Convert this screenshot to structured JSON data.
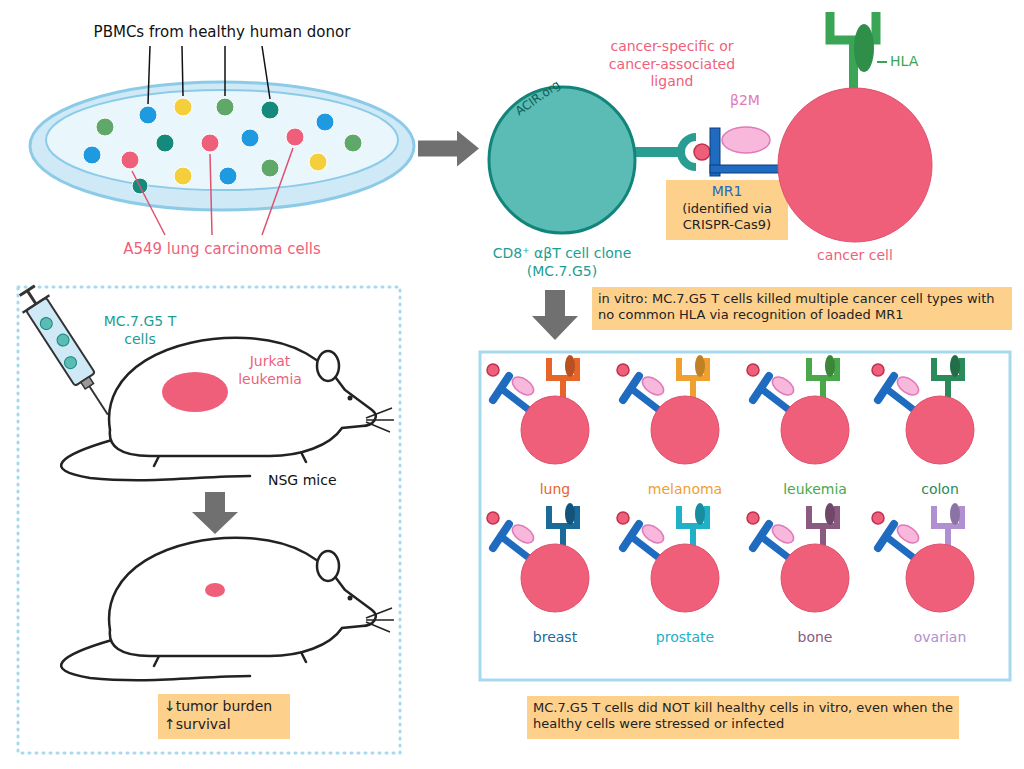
{
  "diagram": {
    "nodes": [
      {
        "text": [
          "PBMCs from healthy human donor",
          "A549 lung carcinoma cells"
        ]
      },
      {
        "text": [
          "ACIR.org",
          "CD8⁺ αβT cell clone (MC.7.G5)"
        ]
      },
      {
        "text": [
          "MR1",
          "(identified via CRISPR-Cas9)"
        ]
      },
      {
        "text": [
          "cancer cell"
        ]
      },
      {
        "text": [
          "in vitro: MC.7.G5 T cells killed multiple cancer cell types with no common HLA via recognition of loaded MR1"
        ]
      },
      {
        "text": [
          "lung"
        ]
      },
      {
        "text": [
          "melanoma"
        ]
      },
      {
        "text": [
          "leukemia"
        ]
      },
      {
        "text": [
          "colon"
        ]
      },
      {
        "text": [
          "breast"
        ]
      },
      {
        "text": [
          "prostate"
        ]
      },
      {
        "text": [
          "bone"
        ]
      },
      {
        "text": [
          "ovarian"
        ]
      },
      {
        "text": [
          "MC.7.G5 T cells did NOT kill healthy cells in vitro, even when the healthy cells were stressed or infected"
        ]
      },
      {
        "text": [
          "↓tumor burden ↑survival"
        ]
      }
    ],
    "edges": [
      {
        "from": 0,
        "to": 1,
        "arrow": "to"
      }
    ],
    "labels": [
      "HLA",
      "cancer-specific or cancer-associated ligand",
      "β2M",
      "MC.7.G5 T cells",
      "Jurkat leukemia",
      "NSG mice"
    ]
  }
}
